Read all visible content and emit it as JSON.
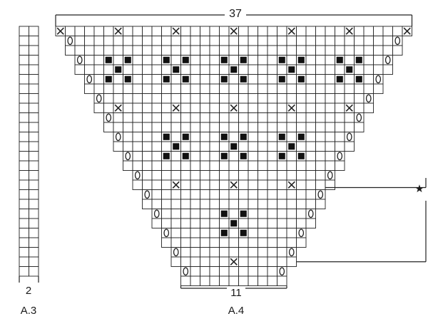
{
  "labels": {
    "a3_width": "2",
    "a3_name": "A.3",
    "a4_top_width": "37",
    "a4_bottom_width": "11",
    "a4_name": "A.4",
    "marker_symbol": "★"
  },
  "diagram": {
    "a3": {
      "cols": 2,
      "rows": 26
    },
    "a4": {
      "rows": 27,
      "top_width": 37,
      "bottom_width": 11,
      "decrease_every_rows": 2,
      "cross_rows_from_top": [
        0,
        8,
        16,
        24
      ],
      "dot_cluster_rows_from_top": [
        3,
        11,
        19
      ],
      "row_zero_cross_cols": [
        0,
        6,
        12,
        18,
        24,
        30,
        36
      ],
      "repeat_marker_rows": "17-24"
    }
  },
  "colors": {
    "grid_line": "#222222",
    "filled_square": "#111111",
    "background": "#ffffff"
  }
}
